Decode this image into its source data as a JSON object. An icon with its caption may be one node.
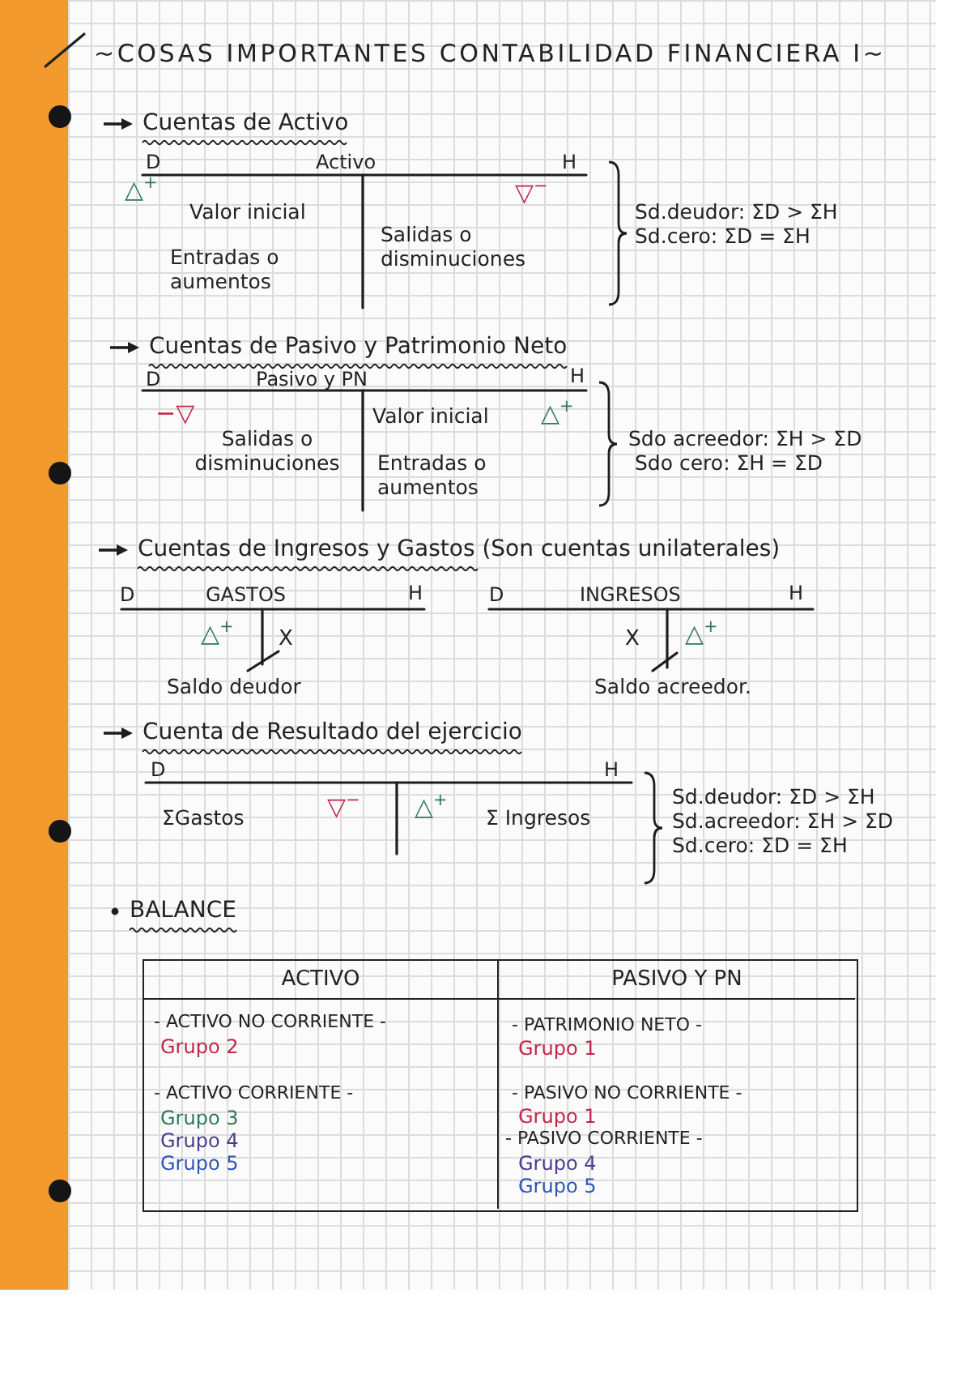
{
  "diagram": {
    "title": "~COSAS IMPORTANTES CONTABILIDAD FINANCIERA I~",
    "labels": [
      "Cuentas de Activo",
      "D",
      "Activo",
      "H",
      "△$^{+}$",
      "▽$^{−}$",
      "Valor inicial",
      "Salidas o disminuciones",
      "Entradas o aumentos",
      "Sd.deudor: ΣD > ΣH",
      "Sd.cero: ΣD = ΣH",
      "Cuentas de Pasivo y Patrimonio Neto",
      "D",
      "Pasivo y PN",
      "H",
      "−▽",
      "Valor inicial",
      "△$^{+}$",
      "Salidas o disminuciones",
      "Entradas o aumentos",
      "Sdo acreedor: ΣH > ΣD",
      "Sdo cero: ΣH = ΣD",
      "Cuentas de Ingresos y Gastos (Son cuentas unilaterales)",
      "D",
      "GASTOS",
      "H",
      "D",
      "INGRESOS",
      "H",
      "△$^{+}$",
      "X",
      "X",
      "△$^{+}$",
      "Saldo deudor",
      "Saldo acreedor.",
      "Cuenta de Resultado del ejercicio",
      "D",
      "H",
      "ΣGastos",
      "▽$^{−}$",
      "△$^{+}$",
      "Σ Ingresos",
      "Sd.deudor: ΣD > ΣH",
      "Sd.acreedor: ΣH > ΣD",
      "Sd.cero: ΣD = ΣH",
      "BALANCE",
      "ACTIVO",
      "PASIVO Y PN",
      "- ACTIVO NO CORRIENTE -",
      "Grupo 2",
      "- ACTIVO CORRIENTE -",
      "Grupo 3",
      "Grupo 4",
      "Grupo 5",
      "- PATRIMONIO NETO -",
      "Grupo 1",
      "- PASIVO NO CORRIENTE -",
      "Grupo 1",
      "- PASIVO CORRIENTE -",
      "Grupo 4",
      "Grupo 5"
    ]
  }
}
